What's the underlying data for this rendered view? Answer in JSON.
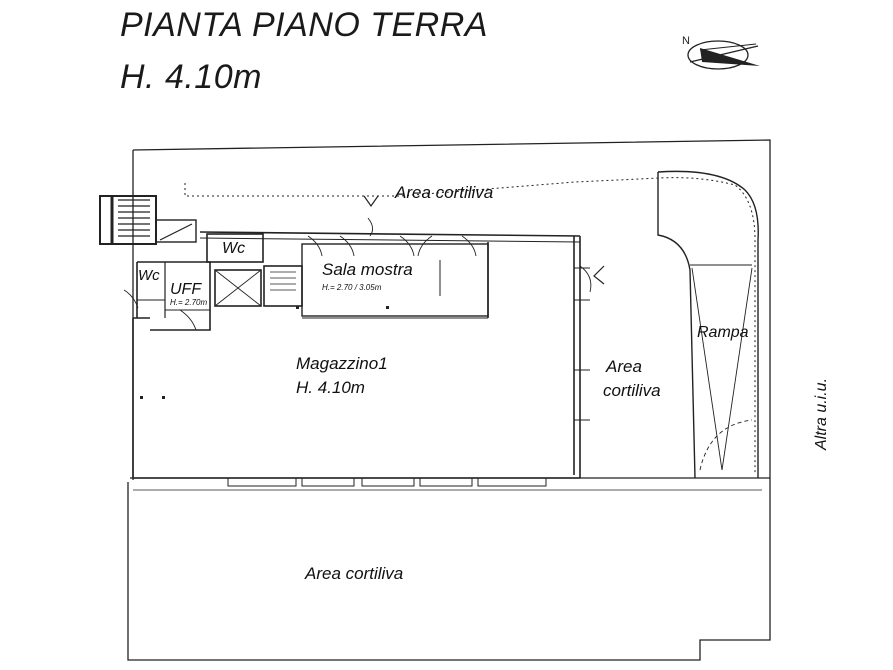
{
  "title": "PIANTA PIANO TERRA",
  "height": "H. 4.10m",
  "north_letter": "N",
  "labels": {
    "area_top": "Area cortiliva",
    "wc_main": "Wc",
    "wc_small": "Wc",
    "uff": "UFF",
    "uff_height": "H.= 2.70m",
    "sala": "Sala mostra",
    "sala_height": "H.= 2.70 / 3.05m",
    "magazzino": "Magazzino1",
    "magazzino_height": "H. 4.10m",
    "area_right_1": "Area",
    "area_right_2": "cortiliva",
    "rampa": "Rampa",
    "area_bottom": "Area cortiliva",
    "altra": "Altra u.i.u."
  }
}
